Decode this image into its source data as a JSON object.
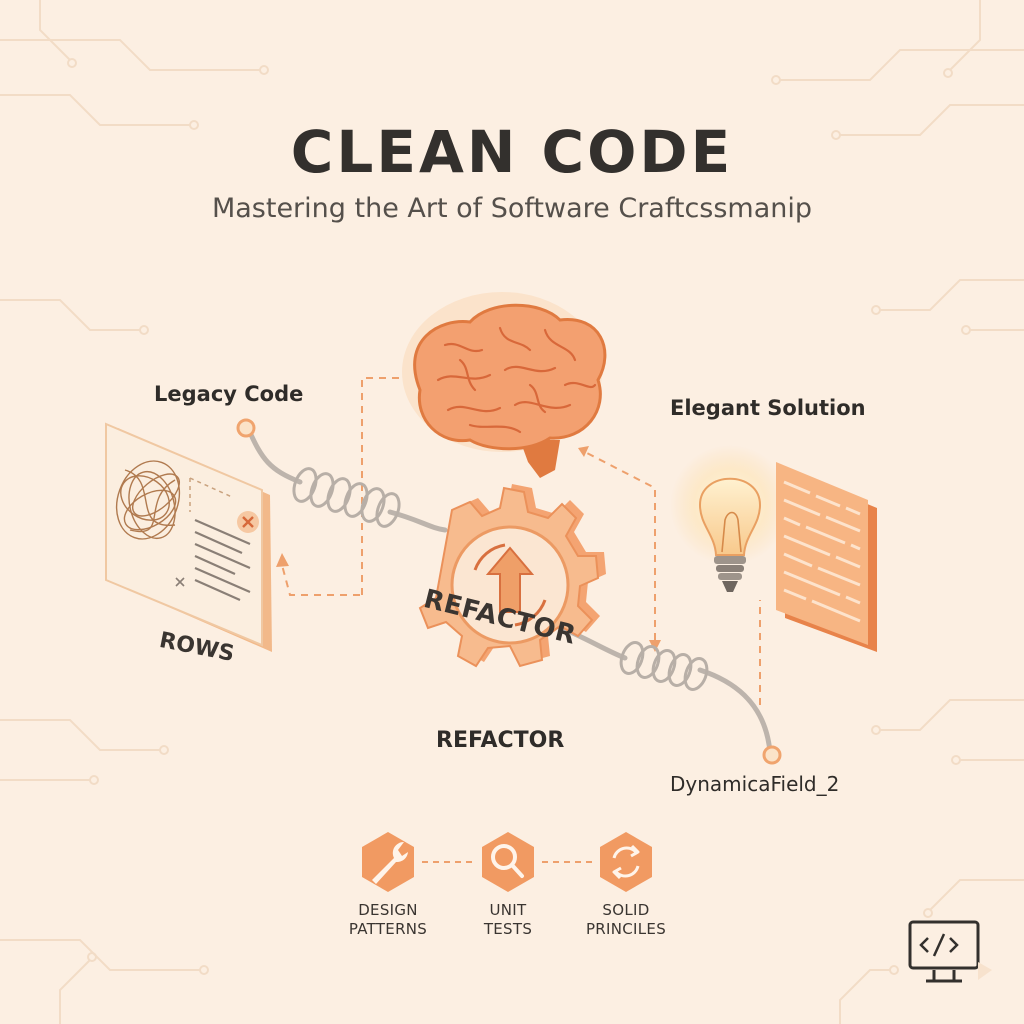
{
  "header": {
    "title": "CLEAN CODE",
    "subtitle": "Mastering the Art of Software Craftcssmanip"
  },
  "diagram": {
    "legacy_label": "Legacy Code",
    "solution_label": "Elegant Solution",
    "rows_label": "ROWS",
    "gear_label": "REFACTOR",
    "center_label": "REFACTOR",
    "field_label": "DynamicaField_2"
  },
  "badges": [
    {
      "line1": "DESIGN",
      "line2": "PATTERNS",
      "icon": "wrench-icon"
    },
    {
      "line1": "UNIT",
      "line2": "TESTS",
      "icon": "magnifier-icon"
    },
    {
      "line1": "SOLID",
      "line2": "PRINCILES",
      "icon": "refresh-icon"
    }
  ],
  "colors": {
    "background": "#fcefe2",
    "accent": "#f0a46e",
    "accent_dark": "#e8834a",
    "text": "#33302d"
  }
}
